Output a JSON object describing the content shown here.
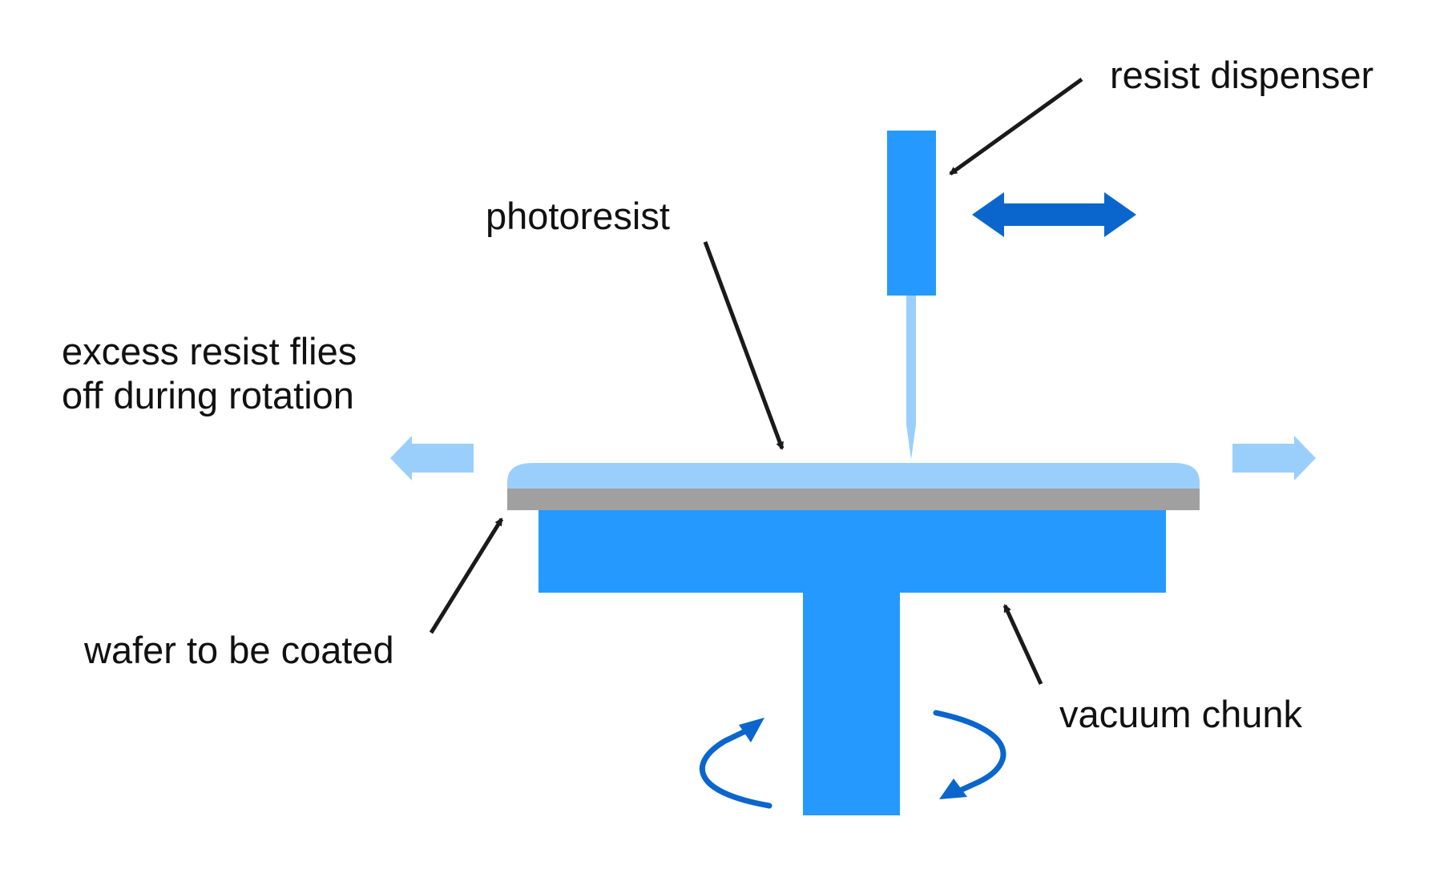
{
  "labels": {
    "resist_dispenser": "resist dispenser",
    "photoresist": "photoresist",
    "excess_line1": "excess resist flies",
    "excess_line2": "off during rotation",
    "wafer": "wafer to be coated",
    "vacuum": "vacuum chunk"
  },
  "colors": {
    "chuck_blue": "#2699FF",
    "photoresist_light_blue": "#9BCFFB",
    "wafer_gray": "#A0A0A0",
    "dark_blue_arrow": "#0A66CC",
    "label_arrow": "#1A1A1A"
  }
}
